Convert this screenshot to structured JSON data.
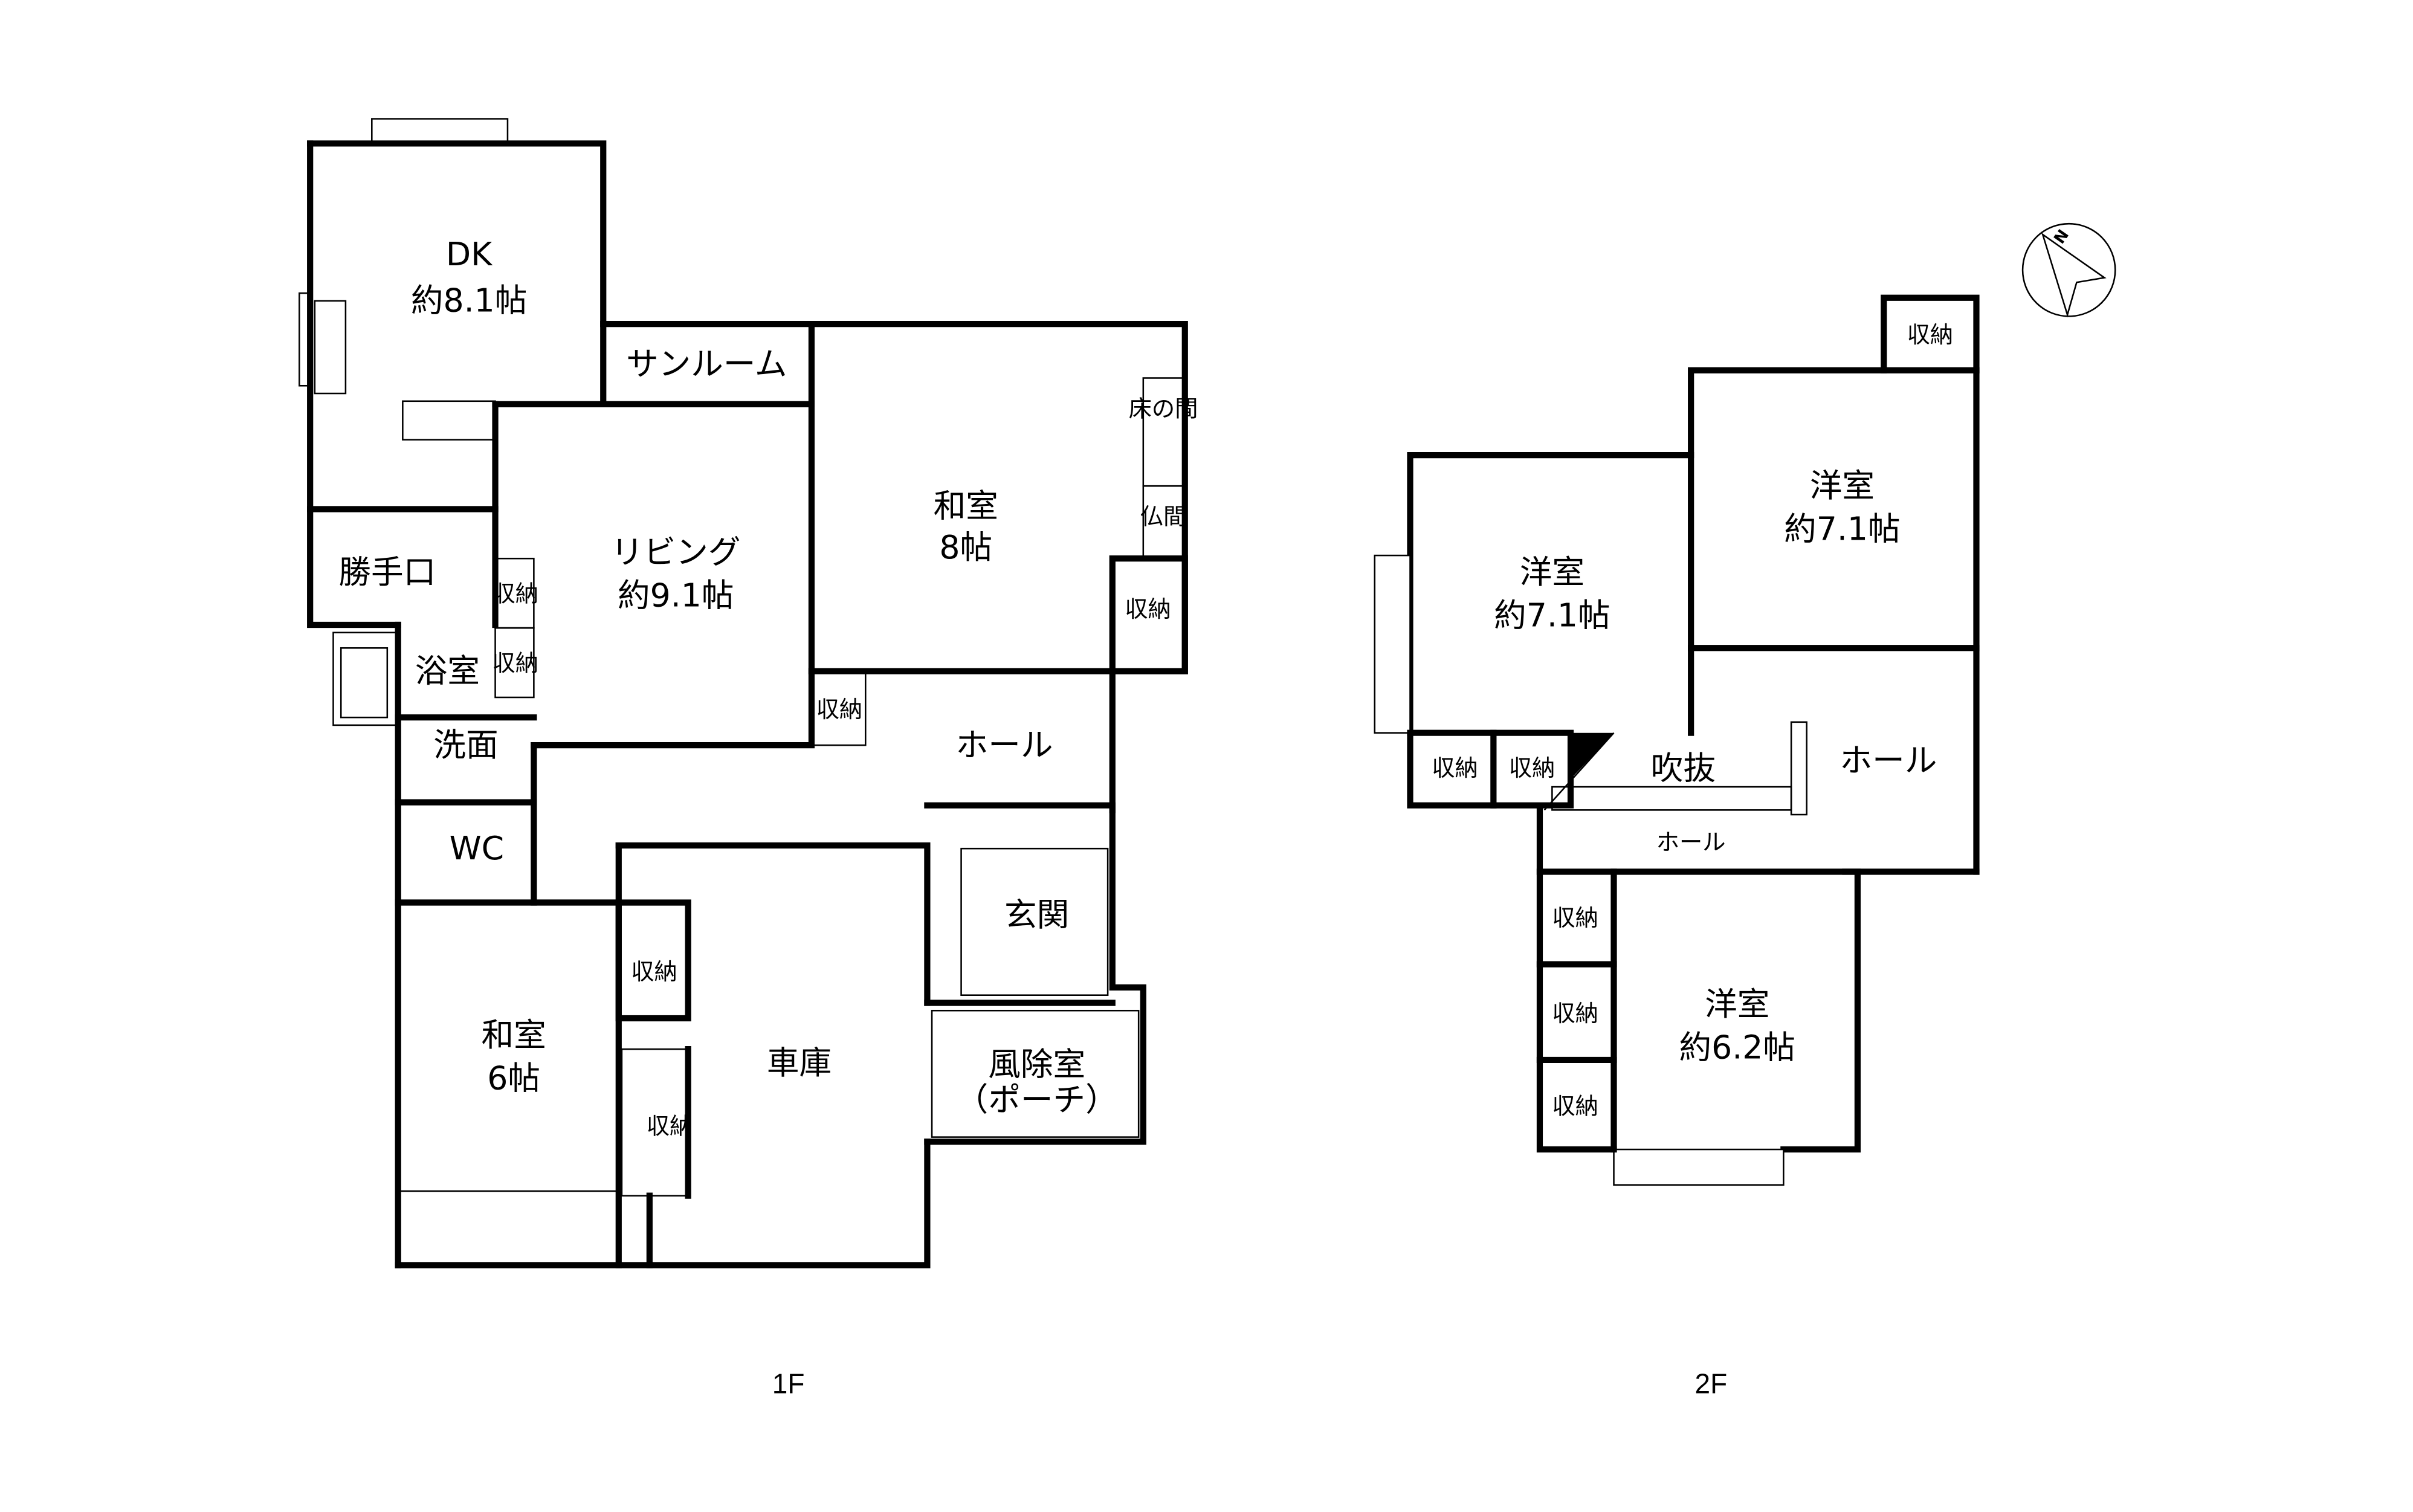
{
  "floors": {
    "first": {
      "label": "1F",
      "rooms": {
        "dk": {
          "name": "DK",
          "size": "約8.1帖"
        },
        "sunroom": {
          "name": "サンルーム"
        },
        "living": {
          "name": "リビング",
          "size": "約9.1帖"
        },
        "washitsu8": {
          "name": "和室",
          "size": "8帖"
        },
        "tokonoma": {
          "name": "床の間"
        },
        "butsuma": {
          "name": "仏間"
        },
        "storage_wa8": {
          "name": "収納"
        },
        "katteguchi": {
          "name": "勝手口"
        },
        "storage_lv1": {
          "name": "収納"
        },
        "storage_lv2": {
          "name": "収納"
        },
        "bath": {
          "name": "浴室"
        },
        "storage_hall": {
          "name": "収納"
        },
        "hall": {
          "name": "ホール"
        },
        "senmen": {
          "name": "洗面"
        },
        "wc": {
          "name": "WC"
        },
        "genkan": {
          "name": "玄関"
        },
        "storage_wa6a": {
          "name": "収納"
        },
        "storage_wa6b": {
          "name": "収納"
        },
        "washitsu6": {
          "name": "和室",
          "size": "6帖"
        },
        "garage": {
          "name": "車庫"
        },
        "porch": {
          "name": "風除室",
          "sub": "（ポーチ）"
        }
      }
    },
    "second": {
      "label": "2F",
      "rooms": {
        "storage_top": {
          "name": "収納"
        },
        "youshitsu_ne": {
          "name": "洋室",
          "size": "約7.1帖"
        },
        "youshitsu_w": {
          "name": "洋室",
          "size": "約7.1帖"
        },
        "storage_w1": {
          "name": "収納"
        },
        "storage_w2": {
          "name": "収納"
        },
        "fukinuke": {
          "name": "吹抜"
        },
        "hall": {
          "name": "ホール"
        },
        "hall_stairs": {
          "name": "ホール"
        },
        "storage_s1": {
          "name": "収納"
        },
        "storage_s2": {
          "name": "収納"
        },
        "storage_s3": {
          "name": "収納"
        },
        "youshitsu_s": {
          "name": "洋室",
          "size": "約6.2帖"
        }
      }
    }
  },
  "compass": {
    "label": "N"
  }
}
